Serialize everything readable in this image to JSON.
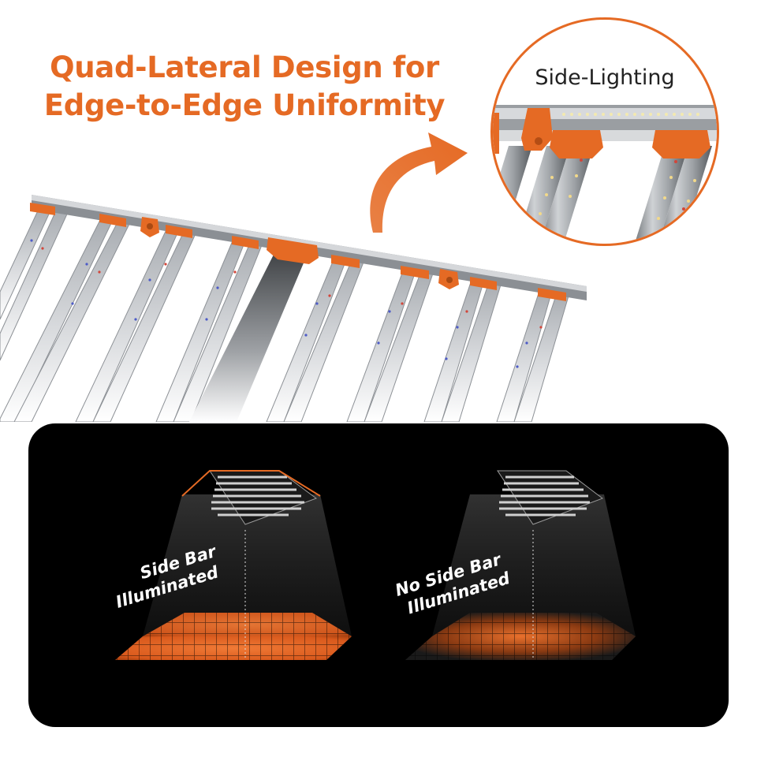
{
  "headline": {
    "line1": "Quad-Lateral Design for",
    "line2": "Edge-to-Edge Uniformity"
  },
  "callout": {
    "label": "Side-Lighting"
  },
  "comparison": {
    "left": {
      "line1": "Side Bar",
      "line2": "Illuminated"
    },
    "right": {
      "line1": "No Side Bar",
      "line2": "Illuminated"
    }
  },
  "colors": {
    "accent": "#e56a24",
    "panel_bg": "#000000",
    "bar_metal": "#b9bcc0"
  },
  "icons": {
    "arrow": "curved-arrow-icon"
  }
}
